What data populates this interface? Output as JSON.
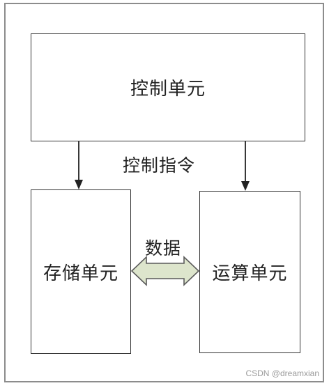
{
  "diagram": {
    "control_unit": "控制单元",
    "control_signal_label": "控制指令",
    "storage_unit": "存储单元",
    "data_label": "数据",
    "alu_unit": "运算单元"
  },
  "watermark": "CSDN @dreamxian",
  "colors": {
    "border": "#333333",
    "frame": "#8c8c8c",
    "arrow_fill": "#dde5cc",
    "arrow_stroke": "#5a5a5a",
    "watermark": "#9a9a9a"
  }
}
